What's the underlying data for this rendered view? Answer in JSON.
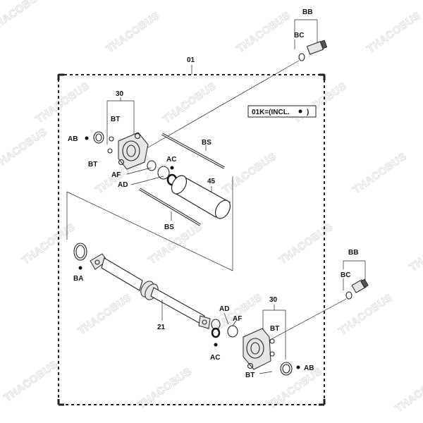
{
  "watermark": "THACOBUS",
  "kit_note": "01K=(INCL.",
  "kit_note_close": ")",
  "labels": {
    "assembly": "01",
    "bb_top": "BB",
    "bc_top": "BC",
    "bb_right": "BB",
    "bc_right": "BC",
    "n30_top": "30",
    "bt_top_a": "BT",
    "bt_top_b": "BT",
    "ab_left": "AB",
    "af_left": "AF",
    "ac_left": "AC",
    "ad_left": "AD",
    "bs_upper": "BS",
    "bs_lower": "BS",
    "n45": "45",
    "ba": "BA",
    "n21": "21",
    "ad_right": "AD",
    "af_right": "AF",
    "ac_right": "AC",
    "n30_bottom": "30",
    "bt_bottom_a": "BT",
    "bt_bottom_b": "BT",
    "ab_right": "AB"
  },
  "colors": {
    "line": "#222222",
    "watermark": "#d8d8d8"
  }
}
